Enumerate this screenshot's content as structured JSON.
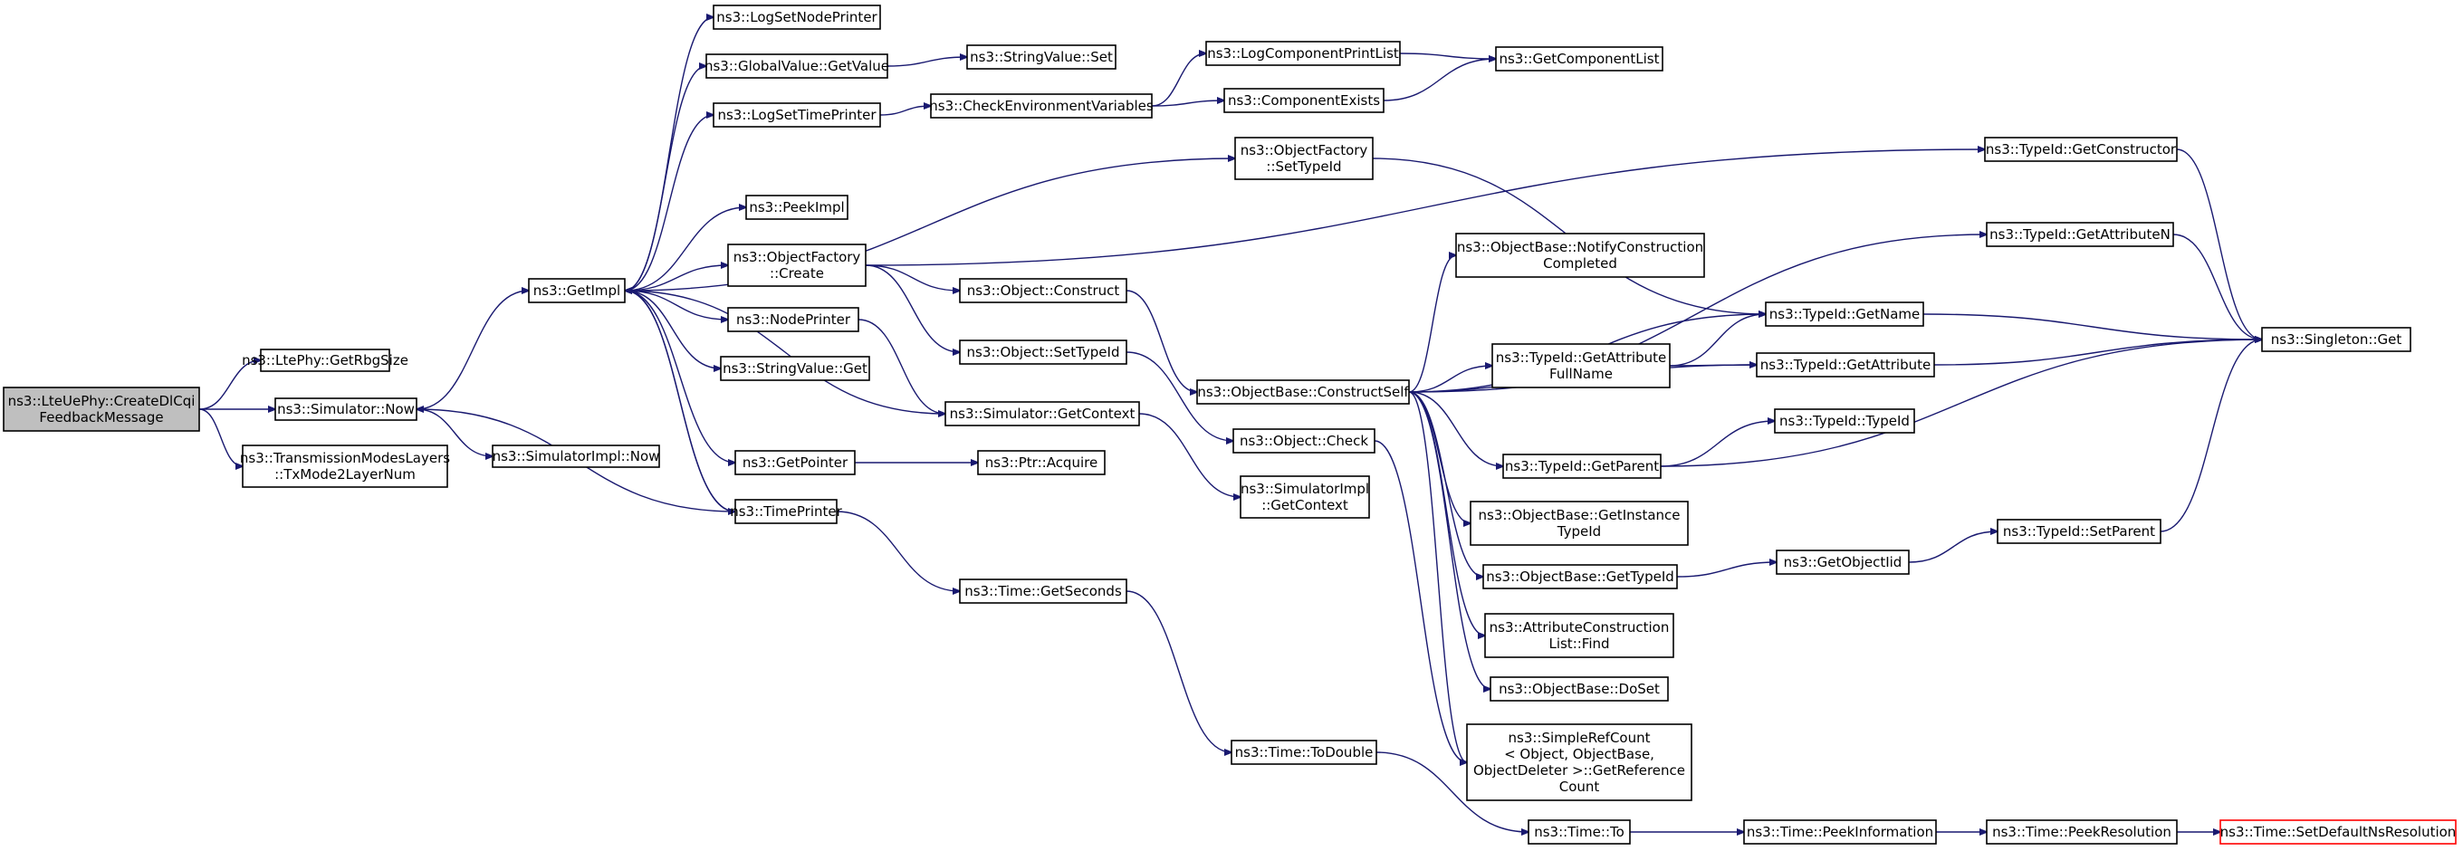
{
  "diagram": {
    "nodes": [
      {
        "id": "root",
        "lines": [
          "ns3::LteUePhy::CreateDlCqi",
          "FeedbackMessage"
        ],
        "style": "root"
      },
      {
        "id": "getRbgSize",
        "lines": [
          "ns3::LtePhy::GetRbgSize"
        ]
      },
      {
        "id": "simNow",
        "lines": [
          "ns3::Simulator::Now"
        ]
      },
      {
        "id": "txMode",
        "lines": [
          "ns3::TransmissionModesLayers",
          "::TxMode2LayerNum"
        ]
      },
      {
        "id": "simImplNow",
        "lines": [
          "ns3::SimulatorImpl::Now"
        ]
      },
      {
        "id": "getImpl",
        "lines": [
          "ns3::GetImpl"
        ]
      },
      {
        "id": "logSetNode",
        "lines": [
          "ns3::LogSetNodePrinter"
        ]
      },
      {
        "id": "globalGetValue",
        "lines": [
          "ns3::GlobalValue::GetValue"
        ]
      },
      {
        "id": "logSetTime",
        "lines": [
          "ns3::LogSetTimePrinter"
        ]
      },
      {
        "id": "peekImpl",
        "lines": [
          "ns3::PeekImpl"
        ]
      },
      {
        "id": "objFactoryCreate",
        "lines": [
          "ns3::ObjectFactory",
          "::Create"
        ]
      },
      {
        "id": "nodePrinter",
        "lines": [
          "ns3::NodePrinter"
        ]
      },
      {
        "id": "stringValueGet",
        "lines": [
          "ns3::StringValue::Get"
        ]
      },
      {
        "id": "getPointer",
        "lines": [
          "ns3::GetPointer"
        ]
      },
      {
        "id": "timePrinter",
        "lines": [
          "ns3::TimePrinter"
        ]
      },
      {
        "id": "stringValueSet",
        "lines": [
          "ns3::StringValue::Set"
        ]
      },
      {
        "id": "checkEnv",
        "lines": [
          "ns3::CheckEnvironmentVariables"
        ]
      },
      {
        "id": "objectConstruct",
        "lines": [
          "ns3::Object::Construct"
        ]
      },
      {
        "id": "objectSetTypeId",
        "lines": [
          "ns3::Object::SetTypeId"
        ]
      },
      {
        "id": "simGetContext",
        "lines": [
          "ns3::Simulator::GetContext"
        ]
      },
      {
        "id": "ptrAcquire",
        "lines": [
          "ns3::Ptr::Acquire"
        ]
      },
      {
        "id": "timeGetSeconds",
        "lines": [
          "ns3::Time::GetSeconds"
        ]
      },
      {
        "id": "logCompPrintList",
        "lines": [
          "ns3::LogComponentPrintList"
        ]
      },
      {
        "id": "compExists",
        "lines": [
          "ns3::ComponentExists"
        ]
      },
      {
        "id": "objFactorySetTypeId",
        "lines": [
          "ns3::ObjectFactory",
          "::SetTypeId"
        ]
      },
      {
        "id": "objBaseConstructSelf",
        "lines": [
          "ns3::ObjectBase::ConstructSelf"
        ]
      },
      {
        "id": "objectCheck",
        "lines": [
          "ns3::Object::Check"
        ]
      },
      {
        "id": "simImplGetContext",
        "lines": [
          "ns3::SimulatorImpl",
          "::GetContext"
        ]
      },
      {
        "id": "timeToDouble",
        "lines": [
          "ns3::Time::ToDouble"
        ]
      },
      {
        "id": "getComponentList",
        "lines": [
          "ns3::GetComponentList"
        ]
      },
      {
        "id": "notifyConstruction",
        "lines": [
          "ns3::ObjectBase::NotifyConstruction",
          "Completed"
        ]
      },
      {
        "id": "typeIdGetAttrFullName",
        "lines": [
          "ns3::TypeId::GetAttribute",
          "FullName"
        ]
      },
      {
        "id": "typeIdGetParent",
        "lines": [
          "ns3::TypeId::GetParent"
        ]
      },
      {
        "id": "getInstanceTypeId",
        "lines": [
          "ns3::ObjectBase::GetInstance",
          "TypeId"
        ]
      },
      {
        "id": "objBaseGetTypeId",
        "lines": [
          "ns3::ObjectBase::GetTypeId"
        ]
      },
      {
        "id": "attrConstructionFind",
        "lines": [
          "ns3::AttributeConstruction",
          "List::Find"
        ]
      },
      {
        "id": "objBaseDoSet",
        "lines": [
          "ns3::ObjectBase::DoSet"
        ]
      },
      {
        "id": "simpleRefCount",
        "lines": [
          "ns3::SimpleRefCount",
          "< Object, ObjectBase,",
          "ObjectDeleter >::GetReference",
          "Count"
        ]
      },
      {
        "id": "timeTo",
        "lines": [
          "ns3::Time::To"
        ]
      },
      {
        "id": "typeIdGetName",
        "lines": [
          "ns3::TypeId::GetName"
        ]
      },
      {
        "id": "typeIdGetAttribute",
        "lines": [
          "ns3::TypeId::GetAttribute"
        ]
      },
      {
        "id": "typeIdTypeId",
        "lines": [
          "ns3::TypeId::TypeId"
        ]
      },
      {
        "id": "getObjectIid",
        "lines": [
          "ns3::GetObjectIid"
        ]
      },
      {
        "id": "timePeekInfo",
        "lines": [
          "ns3::Time::PeekInformation"
        ]
      },
      {
        "id": "typeIdGetConstructor",
        "lines": [
          "ns3::TypeId::GetConstructor"
        ]
      },
      {
        "id": "typeIdGetAttributeN",
        "lines": [
          "ns3::TypeId::GetAttributeN"
        ]
      },
      {
        "id": "typeIdSetParent",
        "lines": [
          "ns3::TypeId::SetParent"
        ]
      },
      {
        "id": "timePeekResolution",
        "lines": [
          "ns3::Time::PeekResolution"
        ]
      },
      {
        "id": "singletonGet",
        "lines": [
          "ns3::Singleton::Get"
        ]
      },
      {
        "id": "timeSetDefaultNsRes",
        "lines": [
          "ns3::Time::SetDefaultNsResolution"
        ],
        "style": "red"
      }
    ]
  }
}
